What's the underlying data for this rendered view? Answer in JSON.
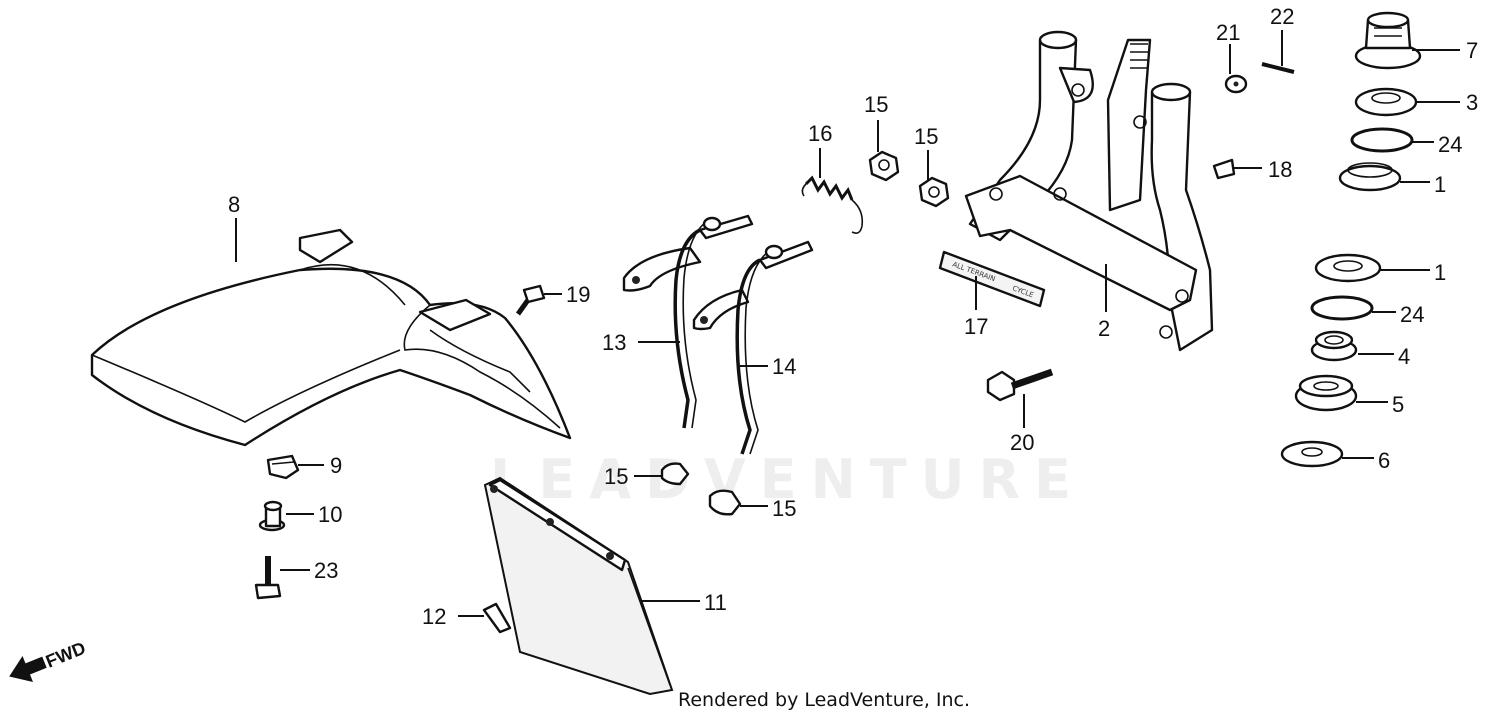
{
  "watermark": "LEADVENTURE",
  "credit": "Rendered by LeadVenture, Inc.",
  "direction_label": "FWD",
  "decal_text": {
    "line1": "ALL TERRAIN",
    "line2": "CYCLE"
  },
  "callouts": {
    "c1a": "1",
    "c1b": "1",
    "c2": "2",
    "c3": "3",
    "c4": "4",
    "c5": "5",
    "c6": "6",
    "c7": "7",
    "c8": "8",
    "c9": "9",
    "c10": "10",
    "c11": "11",
    "c12": "12",
    "c13": "13",
    "c14": "14",
    "c15a": "15",
    "c15b": "15",
    "c15c": "15",
    "c15d": "15",
    "c16": "16",
    "c17": "17",
    "c18": "18",
    "c19": "19",
    "c20": "20",
    "c21": "21",
    "c22": "22",
    "c23": "23",
    "c24a": "24",
    "c24b": "24"
  }
}
